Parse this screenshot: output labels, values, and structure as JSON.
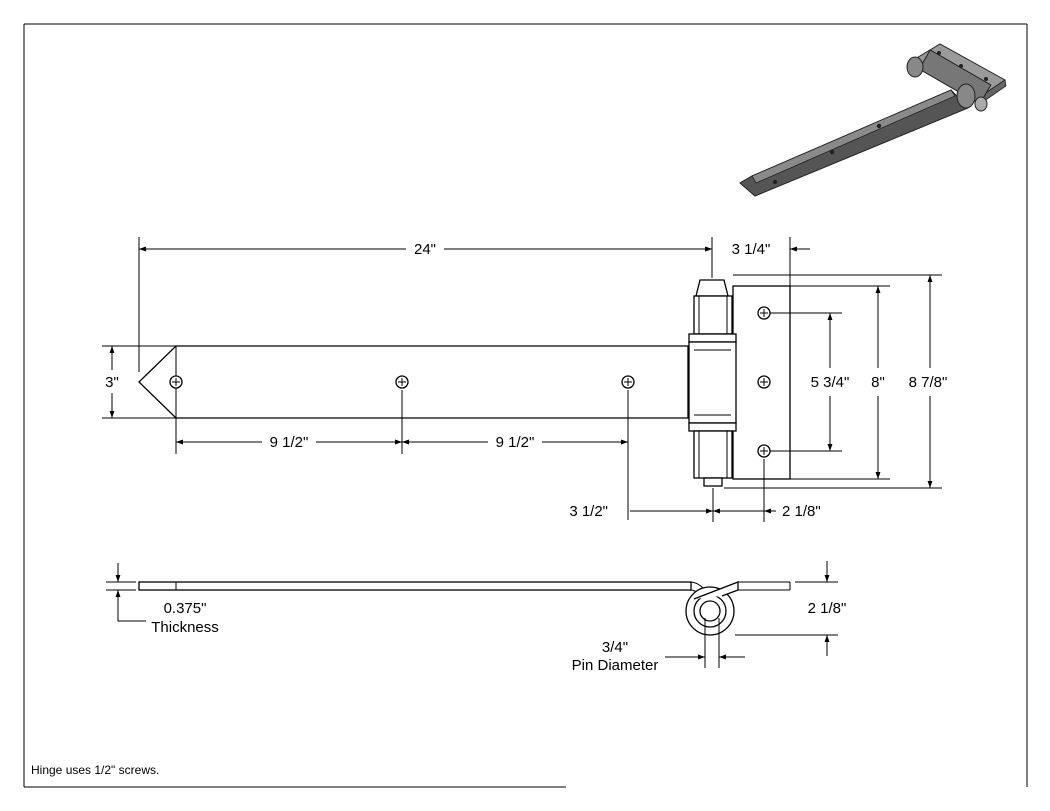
{
  "drawing": {
    "dimensions": {
      "overall_length": "24\"",
      "leaf_width": "3 1/4\"",
      "strap_width": "3\"",
      "hole_spacing_1": "9 1/2\"",
      "hole_spacing_2": "9 1/2\"",
      "leaf_hole_spacing": "5 3/4\"",
      "leaf_height": "8\"",
      "overall_height": "8 7/8\"",
      "knuckle_offset": "3 1/2\"",
      "leaf_offset": "2 1/8\"",
      "thickness_value": "0.375\"",
      "thickness_label": "Thickness",
      "knuckle_height": "2 1/8\"",
      "pin_value": "3/4\"",
      "pin_label": "Pin Diameter"
    },
    "note": "Hinge uses 1/2\" screws."
  }
}
